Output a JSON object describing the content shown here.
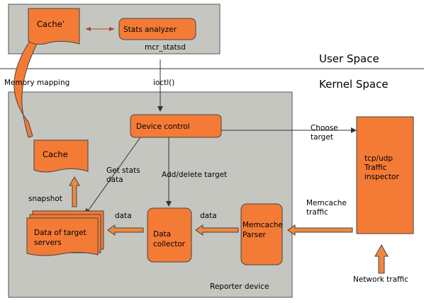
{
  "labels": {
    "cache_prime": "Cache’",
    "stats_analyzer": "Stats analyzer",
    "mcr_statsd": "mcr_statsd",
    "user_space": "User Space",
    "kernel_space": "Kernel Space",
    "memory_mapping": "Memory mapping",
    "ioctl": "ioctl()",
    "device_control": "Device control",
    "choose_target": [
      "Choose",
      "target"
    ],
    "cache": "Cache",
    "get_stats_data": [
      "Get stats",
      "data"
    ],
    "add_delete_target": "Add/delete target",
    "tcp_udp_inspector": [
      "tcp/udp",
      "Traffic",
      "inspector"
    ],
    "snapshot": "snapshot",
    "memcache_traffic": [
      "Memcache",
      "traffic"
    ],
    "data_left": "data",
    "data_right": "data",
    "data_of_target_servers": [
      "Data of target",
      "servers"
    ],
    "data_collector": [
      "Data",
      "collector"
    ],
    "memcache_parser": [
      "Memcache",
      "Parser"
    ],
    "reporter_device": "Reporter device",
    "network_traffic": "Network traffic"
  },
  "colors": {
    "component_fill": "#f47b36",
    "panel_fill": "#c6c6c0",
    "arrow_fill": "#f0883e"
  }
}
